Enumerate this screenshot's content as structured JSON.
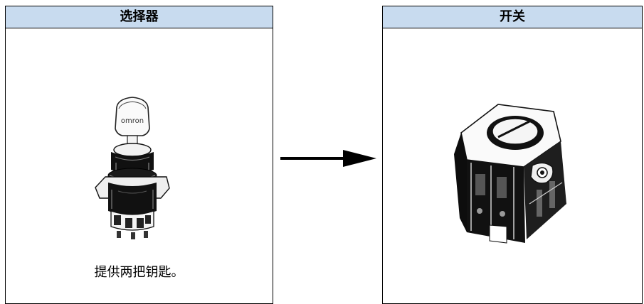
{
  "left_panel": {
    "title": "选择器",
    "caption": "提供两把钥匙。",
    "key_brand": "omron"
  },
  "right_panel": {
    "title": "开关"
  },
  "colors": {
    "header_bg": "#c8dbef",
    "border": "#000000",
    "ink": "#111111"
  },
  "icons": {
    "left": "key-selector-switch-icon",
    "right": "switch-contact-block-icon",
    "connector": "right-arrow-icon"
  }
}
